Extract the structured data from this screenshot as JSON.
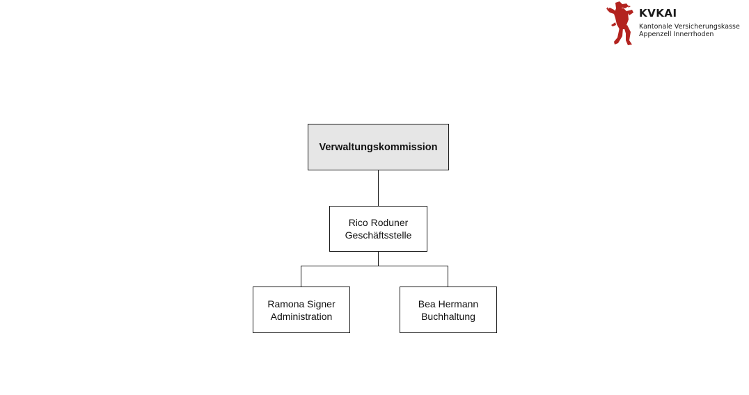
{
  "logo": {
    "abbreviation": "KVKAI",
    "line1": "Kantonale Versicherungskasse",
    "line2": "Appenzell Innerrhoden",
    "brand_color": "#b3231f",
    "icon": "bear-icon"
  },
  "org_chart": {
    "root": {
      "title": "Verwaltungskommission",
      "fill": "#e6e6e6"
    },
    "manager": {
      "name": "Rico Roduner",
      "role": "Geschäftsstelle"
    },
    "reports": [
      {
        "name": "Ramona Signer",
        "role": "Administration"
      },
      {
        "name": "Bea Hermann",
        "role": "Buchhaltung"
      }
    ]
  }
}
